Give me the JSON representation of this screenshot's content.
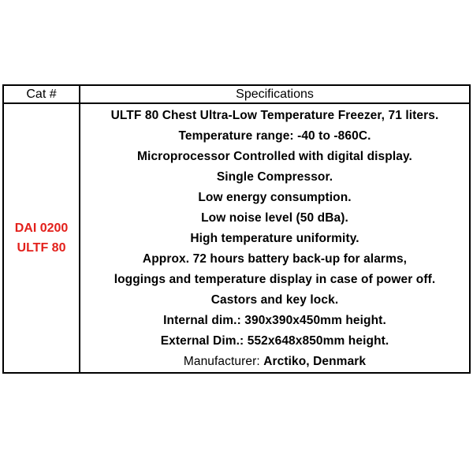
{
  "table": {
    "headers": {
      "cat": "Cat #",
      "specifications": "Specifications"
    },
    "cat_number": {
      "line1": "DAI 0200",
      "line2": "ULTF 80",
      "color": "#e3201b"
    },
    "spec_lines": [
      "ULTF 80 Chest Ultra-Low Temperature Freezer, 71 liters.",
      "Temperature range: -40 to -860C.",
      "Microprocessor Controlled with digital display.",
      "Single Compressor.",
      "Low energy consumption.",
      "Low noise level (50 dBa).",
      "High temperature uniformity.",
      "Approx. 72 hours battery back-up for alarms,",
      "loggings and temperature display in case of power off.",
      "Castors and key lock.",
      "Internal dim.: 390x390x450mm height.",
      "External Dim.: 552x648x850mm height."
    ],
    "manufacturer": {
      "label": "Manufacturer: ",
      "value": "Arctiko, Denmark"
    }
  }
}
